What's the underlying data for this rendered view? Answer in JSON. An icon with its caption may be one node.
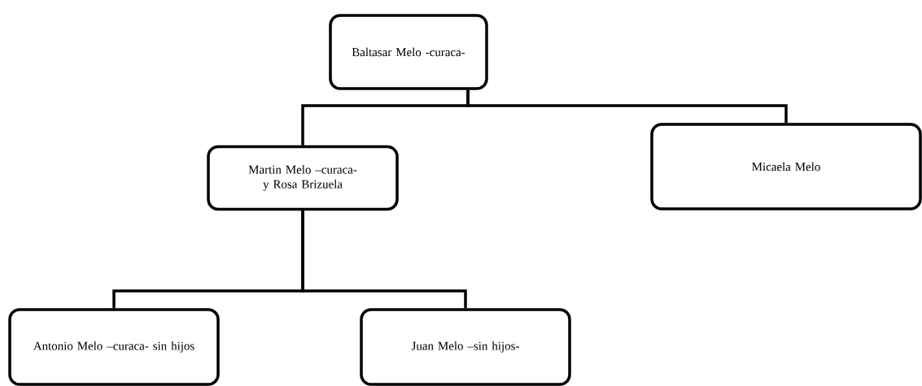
{
  "diagram": {
    "nodes": [
      {
        "text": [
          "Baltasar Melo -curaca-"
        ]
      },
      {
        "text": [
          "Martin Melo –curaca- y Rosa Brizuela"
        ]
      },
      {
        "text": [
          "Micaela Melo"
        ]
      },
      {
        "text": [
          "Antonio Melo –curaca- sin hijos"
        ]
      },
      {
        "text": [
          "Juan Melo –sin hijos-"
        ]
      }
    ],
    "edges": [
      {
        "from": 0,
        "to": 1,
        "arrow": "none"
      },
      {
        "from": 0,
        "to": 2,
        "arrow": "none"
      },
      {
        "from": 1,
        "to": 3,
        "arrow": "none"
      },
      {
        "from": 1,
        "to": 4,
        "arrow": "none"
      }
    ]
  }
}
